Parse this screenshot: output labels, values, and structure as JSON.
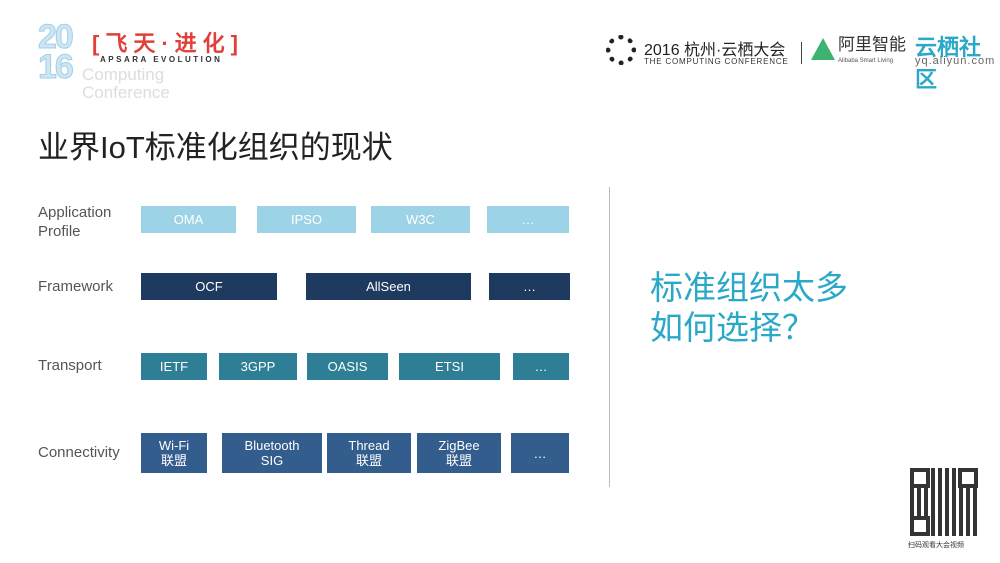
{
  "header": {
    "event_logo": {
      "year": "2016",
      "cn": "[飞天·进化]",
      "en": "APSARA EVOLUTION",
      "sub": [
        "Computing",
        "Conference"
      ]
    },
    "conference": {
      "title": "2016 杭州·云栖大会",
      "subtitle": "THE COMPUTING CONFERENCE"
    },
    "partner": {
      "name": "阿里智能",
      "subtitle": "Alibaba Smart Living"
    },
    "community": {
      "name": "云栖社区",
      "url": "yq.aliyun.com"
    }
  },
  "title": "业界IoT标准化组织的现状",
  "rows": [
    {
      "label": "Application Profile",
      "items": [
        "OMA",
        "IPSO",
        "W3C",
        "…"
      ]
    },
    {
      "label": "Framework",
      "items": [
        "OCF",
        "AllSeen",
        "…"
      ]
    },
    {
      "label": "Transport",
      "items": [
        "IETF",
        "3GPP",
        "OASIS",
        "ETSI",
        "…"
      ]
    },
    {
      "label": "Connectivity",
      "items": [
        "Wi-Fi\n联盟",
        "Bluetooth\nSIG",
        "Thread\n联盟",
        "ZigBee\n联盟",
        "…"
      ]
    }
  ],
  "right_text": [
    "标准组织太多",
    "如何选择？"
  ],
  "qr_caption": "扫码观看大会视频",
  "colors": {
    "accent": "#2aa8c8",
    "app_profile": "#9dd3e6",
    "framework": "#1e3a5f",
    "transport": "#2e7f96",
    "connectivity": "#335d8c"
  }
}
